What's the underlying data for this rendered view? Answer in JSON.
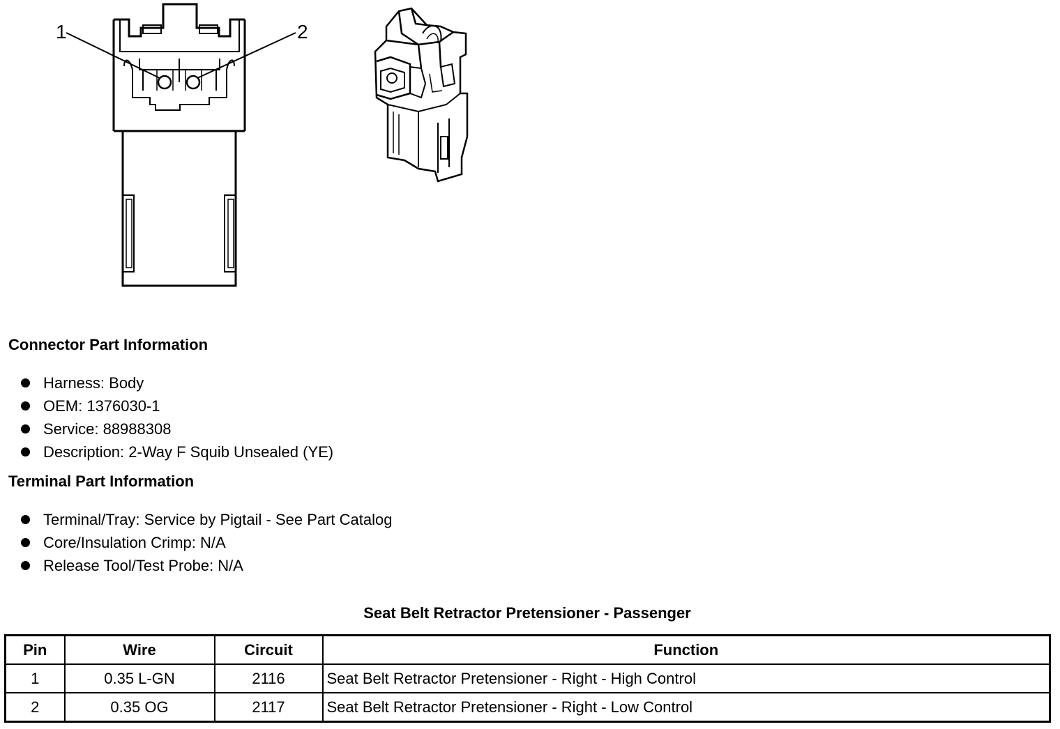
{
  "diagram": {
    "pin_labels": [
      "1",
      "2"
    ]
  },
  "connector_info": {
    "heading": "Connector Part Information",
    "items": [
      "Harness: Body",
      "OEM: 1376030-1",
      "Service: 88988308",
      "Description: 2-Way F Squib Unsealed (YE)"
    ]
  },
  "terminal_info": {
    "heading": "Terminal Part Information",
    "items": [
      "Terminal/Tray: Service by Pigtail - See Part Catalog",
      "Core/Insulation Crimp: N/A",
      "Release Tool/Test Probe: N/A"
    ]
  },
  "pin_table": {
    "title": "Seat Belt Retractor Pretensioner - Passenger",
    "headers": [
      "Pin",
      "Wire",
      "Circuit",
      "Function"
    ],
    "rows": [
      [
        "1",
        "0.35 L-GN",
        "2116",
        "Seat Belt Retractor Pretensioner - Right - High Control"
      ],
      [
        "2",
        "0.35 OG",
        "2117",
        "Seat Belt Retractor Pretensioner - Right - Low Control"
      ]
    ]
  }
}
